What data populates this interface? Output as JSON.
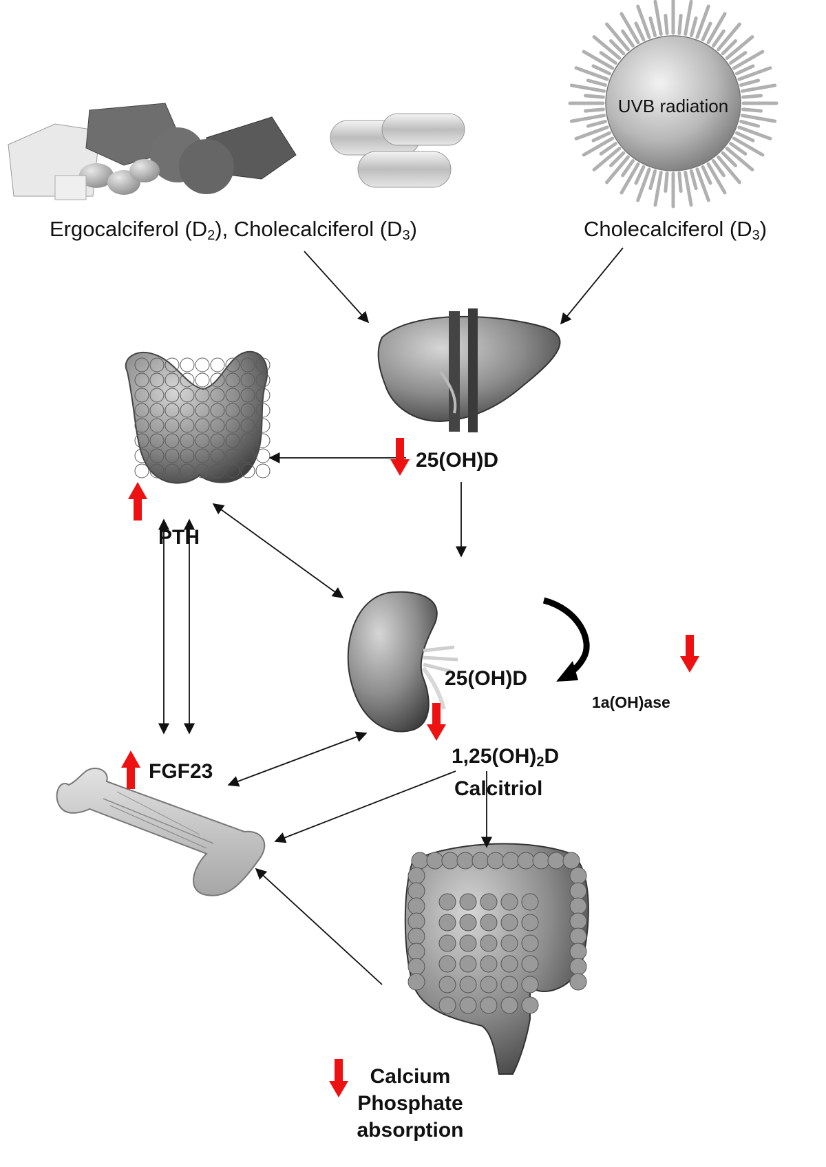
{
  "sources": {
    "dietary_label": "Ergocalciferol (D",
    "dietary_label_sub1": "2",
    "dietary_label_mid": "), Cholecalciferol (D",
    "dietary_label_sub2": "3",
    "dietary_label_end": ")",
    "sun_text": "UVB radiation",
    "skin_label": "Cholecalciferol (D",
    "skin_label_sub": "3",
    "skin_label_end": ")"
  },
  "liver": {
    "metabolite": "25(OH)D",
    "trend": "down"
  },
  "parathyroid": {
    "hormone": "PTH",
    "trend": "up"
  },
  "kidney": {
    "input": "25(OH)D",
    "enzyme": "1a(OH)ase",
    "enzyme_trend": "down",
    "product_pre": "1,25(OH)",
    "product_sub": "2",
    "product_post": "D",
    "product_name": "Calcitriol",
    "product_trend": "down"
  },
  "bone": {
    "hormone": "FGF23",
    "trend": "up"
  },
  "intestine": {
    "line1": "Calcium",
    "line2": "Phosphate",
    "line3": "absorption",
    "trend": "down"
  },
  "colors": {
    "indicator": "#ee1111",
    "organ_gray": "#8a8a8a",
    "arrow": "#111111"
  }
}
